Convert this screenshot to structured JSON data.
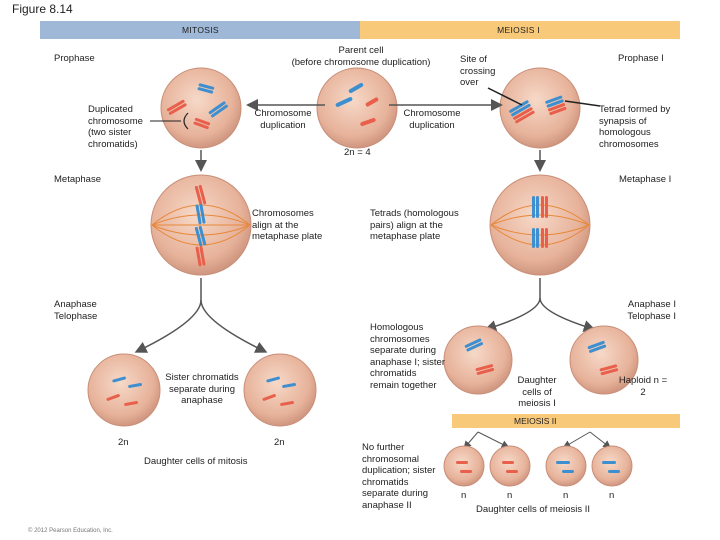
{
  "figure_title": "Figure 8.14",
  "bands": {
    "mitosis": "MITOSIS",
    "meiosis1": "MEIOSIS I",
    "meiosis2": "MEIOSIS II"
  },
  "labels": {
    "prophase": "Prophase",
    "prophase1": "Prophase I",
    "parent_cell": "Parent cell",
    "parent_cell_sub": "(before chromosome duplication)",
    "site_crossing": "Site of crossing over",
    "dup_chrom": "Duplicated chromosome (two sister chromatids)",
    "chrom_dup_left": "Chromosome duplication",
    "chrom_dup_right": "Chromosome duplication",
    "tetrad": "Tetrad formed by synapsis of homologous chromosomes",
    "two_n_4": "2n = 4",
    "metaphase": "Metaphase",
    "metaphase1": "Metaphase I",
    "chrom_align": "Chromosomes align at the metaphase plate",
    "tetrads_align": "Tetrads (homologous pairs) align at the metaphase plate",
    "anaphase_telophase": "Anaphase Telophase",
    "anaphase1_telophase1": "Anaphase I Telophase I",
    "homologous_separate": "Homologous chromosomes separate during anaphase I; sister chromatids remain together",
    "sister_separate": "Sister chromatids separate during anaphase",
    "daughter_meiosis1": "Daughter cells of meiosis I",
    "haploid": "Haploid n = 2",
    "two_n_a": "2n",
    "two_n_b": "2n",
    "daughter_mitosis": "Daughter cells of mitosis",
    "no_further": "No further chromosomal duplication; sister chromatids separate during anaphase II",
    "n1": "n",
    "n2": "n",
    "n3": "n",
    "n4": "n",
    "daughter_meiosis2": "Daughter cells of meiosis II",
    "copyright": "© 2012 Pearson Education, Inc."
  },
  "colors": {
    "mitosis_band": "#9fb8d8",
    "meiosis_band": "#f9c97a",
    "cell_fill": "#e9b8a0",
    "chrom_red": "#e8604c",
    "chrom_blue": "#3d8fd0",
    "spindle": "#e8883a"
  }
}
